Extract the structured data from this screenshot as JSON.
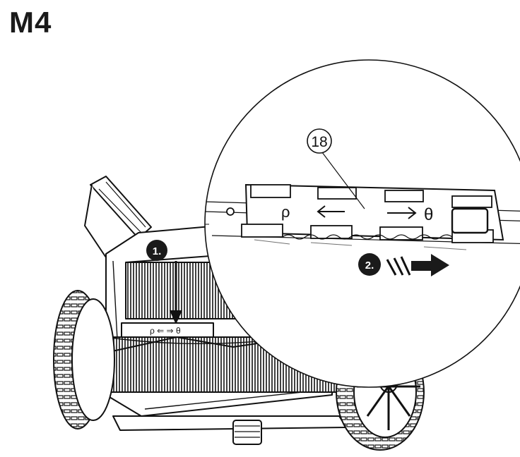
{
  "title": "M4",
  "callouts": {
    "part_number": "18",
    "step_1": "1.",
    "step_2": "2."
  },
  "colors": {
    "ink": "#1a1a1a",
    "paper": "#ffffff",
    "shade": "#2a2a2a"
  }
}
